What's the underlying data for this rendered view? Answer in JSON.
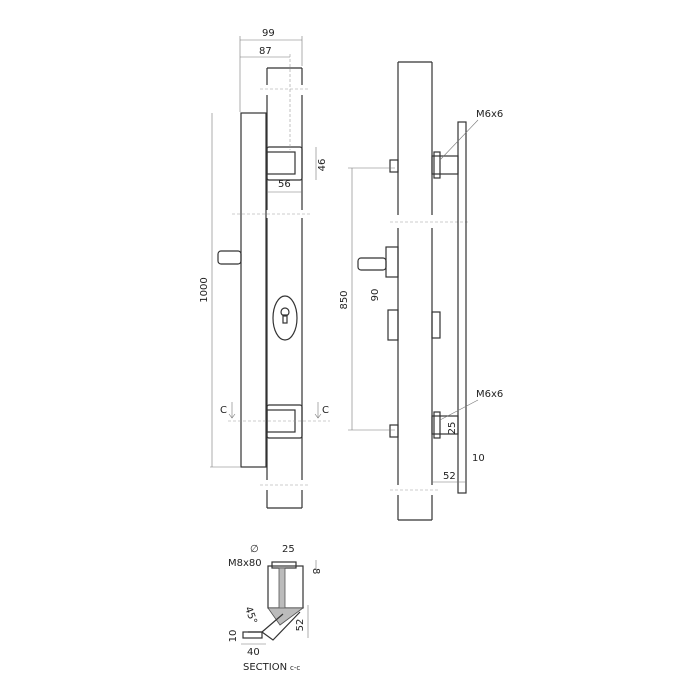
{
  "front_view": {
    "dim_overall_width": "99",
    "dim_plate_width": "87",
    "dim_bracket_height": "46",
    "dim_bracket_width": "56",
    "dim_length": "1000",
    "section_mark_left": "C",
    "section_mark_right": "C"
  },
  "side_view": {
    "dim_bracket_spacing": "850",
    "dim_handle_offset": "90",
    "screw_top": "M6x6",
    "screw_bottom": "M6x6",
    "dim_bracket_25": "25",
    "dim_plate_thickness": "10",
    "dim_depth": "52"
  },
  "section": {
    "dim_diameter": "25",
    "diameter_symbol": "∅",
    "bolt": "M8x80",
    "dim_cap": "8",
    "angle": "45°",
    "dim_height": "52",
    "dim_foot_thickness": "10",
    "dim_foot_width": "40",
    "title": "SECTION",
    "title_suffix": "c-c"
  }
}
